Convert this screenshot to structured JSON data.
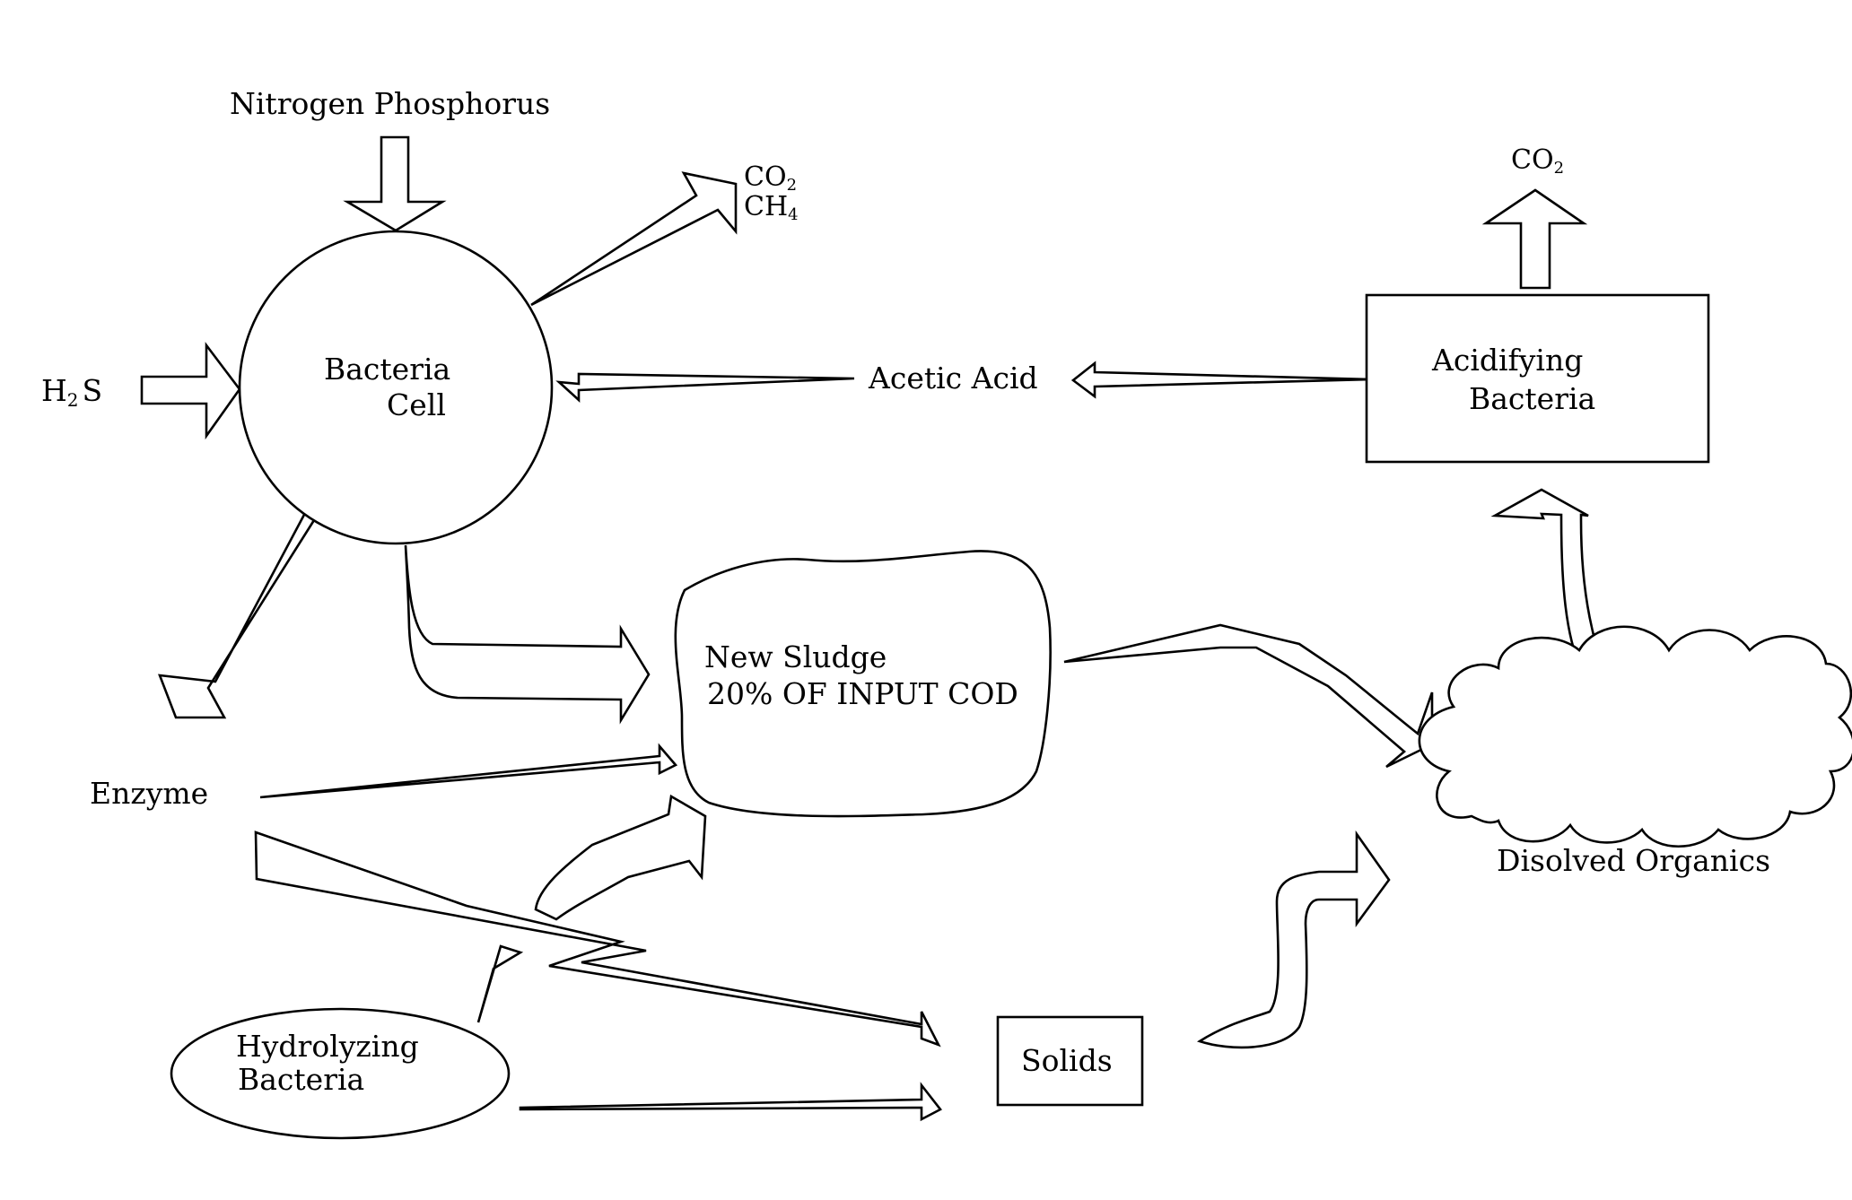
{
  "nodes": {
    "bacteria_cell": {
      "line1": "Bacteria",
      "line2": "Cell"
    },
    "acidifying_bacteria": {
      "line1": "Acidifying",
      "line2": "Bacteria"
    },
    "new_sludge": {
      "line1": "New Sludge",
      "line2": "20% OF INPUT COD"
    },
    "dissolved_organics": {
      "label": "Disolved Organics"
    },
    "hydrolyzing_bacteria": {
      "line1": "Hydrolyzing",
      "line2": "Bacteria"
    },
    "solids": {
      "label": "Solids"
    }
  },
  "labels": {
    "nitrogen_phosphorus": "Nitrogen Phosphorus",
    "h2s": {
      "main_h": "H",
      "sub": "2",
      "main_s": "S"
    },
    "gas_out_cell": {
      "co2_main": "CO",
      "co2_sub": "2",
      "ch4_main": "CH",
      "ch4_sub": "4"
    },
    "gas_out_acid": {
      "co2_main": "CO",
      "co2_sub": "2"
    },
    "acetic_acid": "Acetic Acid",
    "enzyme": "Enzyme"
  },
  "colors": {
    "stroke": "#000000",
    "background": "#ffffff"
  }
}
